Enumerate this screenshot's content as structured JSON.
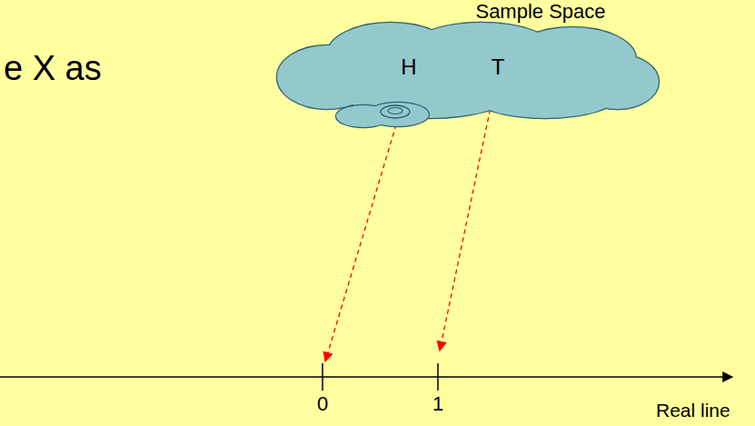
{
  "diagram": {
    "nodes": [
      {
        "text": [
          "Sample Space",
          "H",
          "T"
        ]
      }
    ],
    "labels": [
      "e X as",
      "0",
      "1",
      "Real line"
    ]
  }
}
